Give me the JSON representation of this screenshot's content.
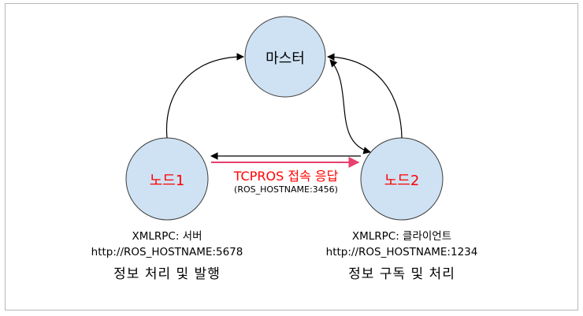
{
  "nodes": {
    "master": {
      "label": "마스터"
    },
    "node1": {
      "label": "노드1"
    },
    "node2": {
      "label": "노드2"
    }
  },
  "connection": {
    "title": "TCPROS 접속 응답",
    "address": "(ROS_HOSTNAME:3456)"
  },
  "node1_info": {
    "xmlrpc": "XMLRPC: 서버",
    "url": "http://ROS_HOSTNAME:5678",
    "role": "정보 처리 및 발행"
  },
  "node2_info": {
    "xmlrpc": "XMLRPC: 클라이언트",
    "url": "http://ROS_HOSTNAME:1234",
    "role": "정보 구독 및 처리"
  },
  "colors": {
    "node_fill": "#cfe2f3",
    "node_stroke": "#3c3c3c",
    "arrow": "#000000",
    "accent_arrow": "#e8406e",
    "accent_text": "#ff0000"
  }
}
